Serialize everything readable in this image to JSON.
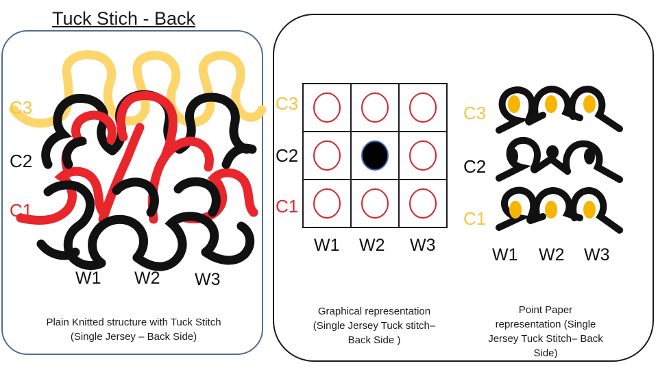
{
  "title": "Tuck Stich -  Back",
  "left": {
    "courses": [
      "C3",
      "C2",
      "C1"
    ],
    "wales": [
      "W1",
      "W2",
      "W3"
    ],
    "caption_line1": "Plain Knitted structure with Tuck Stitch",
    "caption_line2": "(Single Jersey – Back Side)"
  },
  "graphical": {
    "courses": [
      "C3",
      "C2",
      "C1"
    ],
    "wales": [
      "W1",
      "W2",
      "W3"
    ],
    "caption_line1": "Graphical representation",
    "caption_line2": "(Single Jersey Tuck stitch–",
    "caption_line3": "Back Side )"
  },
  "point_paper": {
    "courses": [
      "C3",
      "C2",
      "C1"
    ],
    "wales": [
      "W1",
      "W2",
      "W3"
    ],
    "caption_line1": "Point Paper",
    "caption_line2": "representation (Single",
    "caption_line3": "Jersey Tuck Stitch– Back",
    "caption_line4": "Side)"
  },
  "colors": {
    "yarn_yellow": "#fdd66b",
    "yarn_black": "#111111",
    "yarn_red": "#e8262b",
    "grid_border": "#1a1a1a",
    "knit_circle": "#d4222c",
    "tuck_fill": "#000000",
    "tuck_outline": "#3b6fb6",
    "eye_fill": "#f7b500"
  },
  "grid": {
    "cells": [
      [
        "knit",
        "knit",
        "knit"
      ],
      [
        "knit",
        "tuck",
        "knit"
      ],
      [
        "knit",
        "knit",
        "knit"
      ]
    ]
  }
}
